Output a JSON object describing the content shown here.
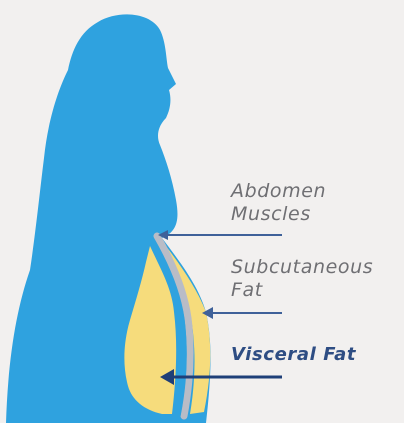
{
  "diagram": {
    "labels": [
      {
        "id": "abdomen-muscles",
        "lines": [
          "Abdomen",
          "Muscles"
        ],
        "emphasis": false
      },
      {
        "id": "subcutaneous-fat",
        "lines": [
          "Subcutaneous",
          "Fat"
        ],
        "emphasis": false
      },
      {
        "id": "visceral-fat",
        "lines": [
          "Visceral Fat"
        ],
        "emphasis": true
      }
    ],
    "colors": {
      "background": "#f2f0ef",
      "body": "#2fa2df",
      "fat": "#f6dc7c",
      "muscle": "#b9bcc6",
      "pointer": "#3f6199",
      "pointer_strong": "#1f3f78",
      "label_text": "#6f6f73",
      "label_strong": "#2e4d83"
    }
  }
}
